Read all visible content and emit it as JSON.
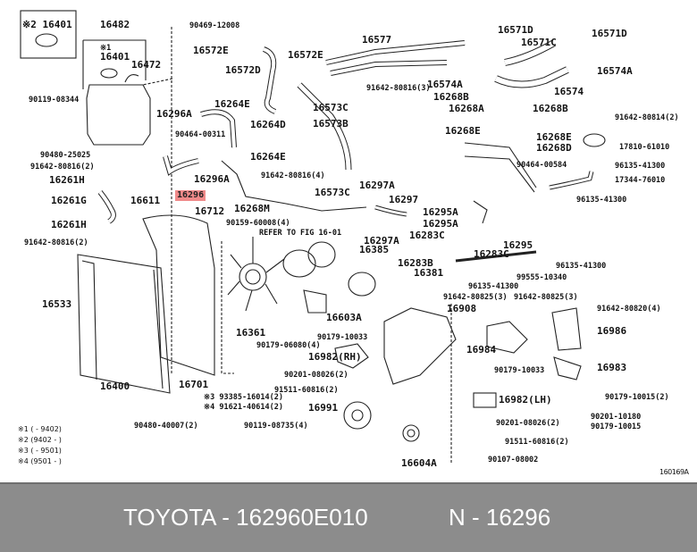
{
  "labels": [
    "※2 16401",
    "16482",
    "※1",
    "16401",
    "16472",
    "90469-12008",
    "16572E",
    "16572D",
    "16572E",
    "16577",
    "16571D",
    "16571D",
    "16571C",
    "16574A",
    "16574A",
    "16574",
    "91642-80816(3)",
    "16268B",
    "16268A",
    "16268B",
    "16573C",
    "16573B",
    "16264E",
    "16296A",
    "16264D",
    "90464-00311",
    "16264E",
    "90119-08344",
    "90480-25025",
    "91642-80816(2)",
    "16261H",
    "16611",
    "16296A",
    "16261G",
    "16712",
    "16261H",
    "16268E",
    "16268E",
    "16268D",
    "91642-80814(2)",
    "17810-61010",
    "90464-00584",
    "96135-41300",
    "17344-76010",
    "96135-41300",
    "91642-80816(4)",
    "16573C",
    "16268M",
    "16297A",
    "16297",
    "16297A",
    "16295A",
    "16295A",
    "16283C",
    "16295",
    "90159-60008(4)",
    "REFER TO FIG 16-01",
    "16385",
    "16283B",
    "16381",
    "16283C",
    "96135-41300",
    "99555-10340",
    "96135-41300",
    "91642-80825(3)",
    "91642-80825(3)",
    "16908",
    "91642-80820(4)",
    "16986",
    "16984",
    "16983",
    "90179-10033",
    "16982(LH)",
    "90179-10015(2)",
    "90201-10180",
    "90179-10015",
    "90201-08026(2)",
    "91511-60816(2)",
    "90107-08002",
    "16604A",
    "91642-80816(2)",
    "16533",
    "16400",
    "16701",
    "16361",
    "90179-06080(4)",
    "16603A",
    "90179-10033",
    "16982(RH)",
    "90201-08026(2)",
    "91511-60816(2)",
    "16991",
    "90119-08735(4)",
    "※3 93385-16014(2)",
    "※4 91621-40614(2)",
    "90480-40007(2)"
  ],
  "highlight_label": "16296",
  "notes": [
    "※1 (        - 9402)",
    "※2 (9402 -        )",
    "※3 (        - 9501)",
    "※4 (9501 -        )"
  ],
  "diagram_code": "160169A",
  "footer": {
    "part_number": "TOYOTA - 162960E010",
    "ref": "N - 16296"
  },
  "colors": {
    "highlight": "#f08a8a",
    "footer_bg": "#8c8c8c"
  }
}
